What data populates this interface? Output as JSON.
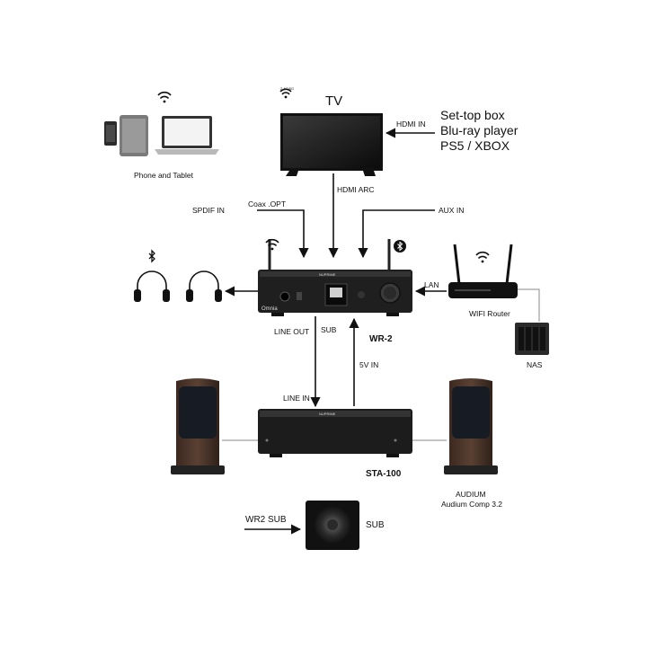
{
  "labels": {
    "tv": "TV",
    "hdmi_in": "HDMI IN",
    "sources": [
      "Set-top box",
      "Blu-ray player",
      "PS5 / XBOX"
    ],
    "phone_tablet": "Phone and Tablet",
    "hdmi_arc": "HDMI ARC",
    "spdif_in": "SPDIF IN",
    "coax_opt": "Coax .OPT",
    "aux_in": "AUX IN",
    "lan": "LAN",
    "wifi_router": "WIFI Router",
    "nas": "NAS",
    "line_out": "LINE OUT",
    "sub_label": "SUB",
    "wr2": "WR-2",
    "five_v_in": "5V IN",
    "line_in": "LINE IN",
    "sta100": "STA-100",
    "audium": "AUDIUM",
    "audium_model": "Audium Comp 3.2",
    "wr2_sub": "WR2 SUB",
    "sub": "SUB",
    "brand": "NUPRIME",
    "omnia": "Omnia",
    "wifi_band": "2.4G/5G"
  },
  "colors": {
    "device_dark": "#1b1b1b",
    "device_mid": "#2e2e2e",
    "speaker_wood": "#4a3328",
    "speaker_cone": "#151a22",
    "line": "#111111"
  },
  "icons": [
    "wifi-icon",
    "bluetooth-icon",
    "headphones-icon",
    "router-icon",
    "nas-icon"
  ]
}
